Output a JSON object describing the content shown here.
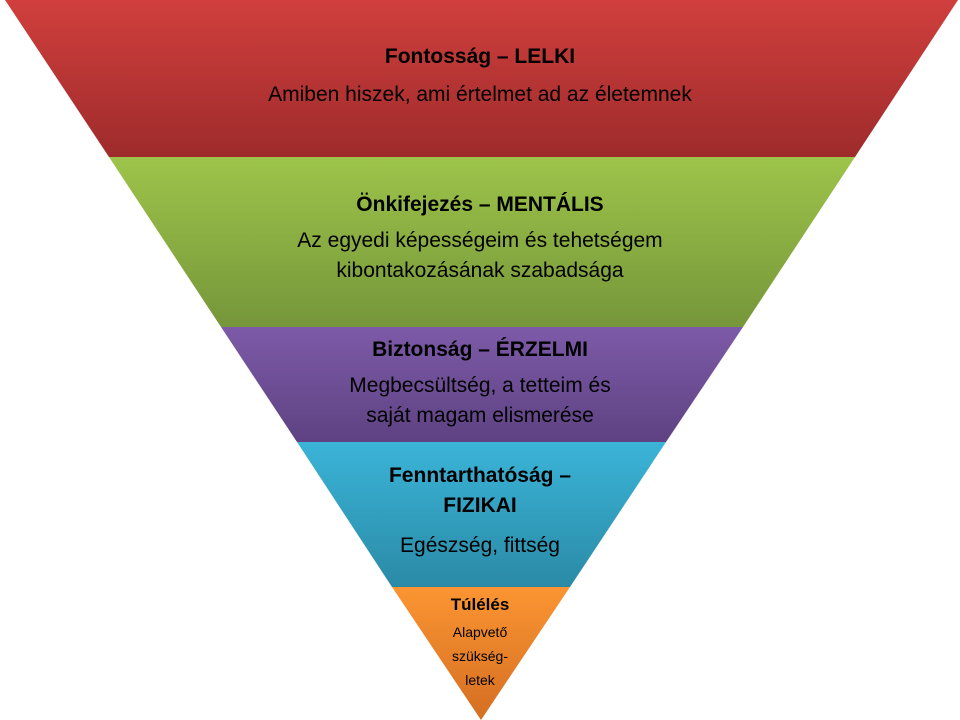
{
  "pyramid": {
    "levels": [
      {
        "title": "Fontosság – LELKI",
        "desc": [
          "Amiben hiszek, ami értelmet ad az életemnek"
        ],
        "color_top": "#d03f3d",
        "color_bottom": "#9e2b2b"
      },
      {
        "title": "Önkifejezés – MENTÁLIS",
        "desc": [
          "Az egyedi képességeim és tehetségem",
          "kibontakozásának szabadsága"
        ],
        "color_top": "#9dc44a",
        "color_bottom": "#76963a"
      },
      {
        "title": "Biztonság – ÉRZELMI",
        "desc": [
          "Megbecsültség, a tetteim és",
          "saját magam elismerése"
        ],
        "color_top": "#7d5aa8",
        "color_bottom": "#5e4282"
      },
      {
        "title": "Fenntarthatóság –",
        "title2": "FIZIKAI",
        "desc": [
          "Egészség, fittség"
        ],
        "color_top": "#3bb4d8",
        "color_bottom": "#2a8aa6"
      },
      {
        "title": "Túlélés",
        "desc": [
          "Alapvető",
          "szükség-",
          "letek"
        ],
        "color_top": "#fb9532",
        "color_bottom": "#d46e22"
      }
    ]
  }
}
